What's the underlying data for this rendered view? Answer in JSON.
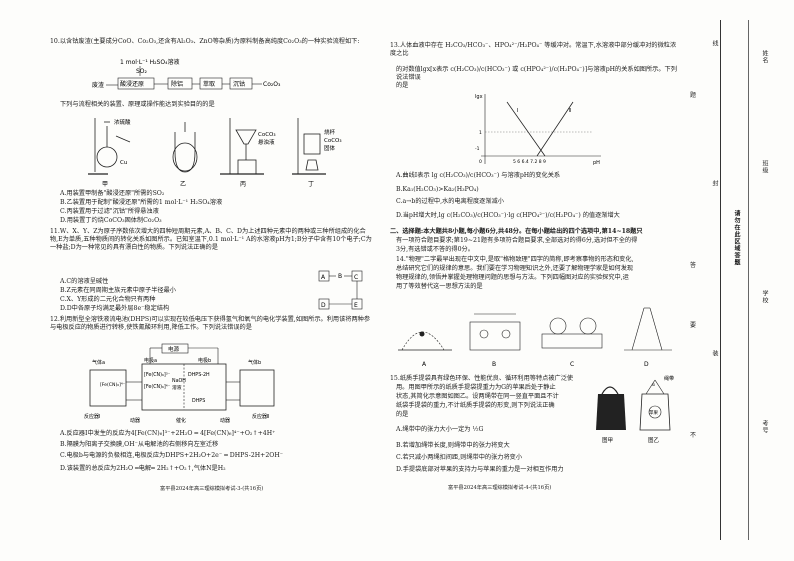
{
  "left": {
    "q10_stem": "10.以含钴废渣(主要成分CoO、Co₂O₃,还含有Al₂O₃、ZnO等杂质)为原料制备高纯度Co₂O₃的一种实验流程如下:",
    "flow": {
      "reagent": "1 mol·L⁻¹ H₂SO₄溶液",
      "so2": "SO₂",
      "start": "废渣",
      "step1": "酸浸还原",
      "step2": "除铝",
      "step3": "萃取",
      "step4": "沉钴",
      "product": "Co₂O₃"
    },
    "q10_question": "下列与流程相关的装置、原理或操作能达到实验目的的是",
    "apparatus_labels": {
      "a": "甲",
      "b": "乙",
      "c": "丙",
      "d": "丁",
      "acid": "浓硫酸",
      "cu": "Cu",
      "coco3": "CoCO₃",
      "suspension": "悬浊液",
      "beaker": "烧杯",
      "solid": "CoCO₃",
      "solid2": "固体"
    },
    "q10_options": [
      "A.用装置甲制备\"酸浸还原\"所需的SO₂",
      "B.乙装置用于配制\"酸浸还原\"所需的1 mol·L⁻¹ H₂SO₄溶液",
      "C.丙装置用于过滤\"沉钴\"所得悬浊液",
      "D.用装置丁灼烧CoCO₃固体制Co₂O₃"
    ],
    "q11_stem": "11.W、X、Y、Z为原子序数依次增大的四种短周期元素,A、B、C、D为上述四种元素中的两种或三种所组成的化合物,E为单质,五种物质间的转化关系如图所示。已知室温下,0.1 mol·L⁻¹ A的水溶液pH为1;B分子中含有10个电子;C为一种盐;D为一种常见的具有漂白性的物质。下列说法正确的是",
    "q11_diagram": {
      "a": "A",
      "b": "B",
      "c": "C",
      "d": "D",
      "e": "E"
    },
    "q11_options": [
      "A.C的溶液呈碱性",
      "B.Z元素在同周期主族元素中原子半径最小",
      "C.X、Y形成的二元化合物只有两种",
      "D.D中各原子均满足最外层8e⁻稳定结构"
    ],
    "q12_stem": "12.利用新型全溶铁液流电池(DHPS)可以实现在较低电压下获得氢气和氧气的电化学装置,如图所示。利用该将两种参与电极反应的物质进行转移,使铁氰酸环利用,降低工作。下列说法错误的是",
    "q12_labels": {
      "power": "电源",
      "electrode_a": "电极a",
      "electrode_b": "电极b",
      "naoh": "NaOH",
      "solution": "溶液",
      "dhps": "DHPS",
      "dhps2h": "DHPS-2H",
      "gas_a": "气体a",
      "gas_b": "气体b",
      "reactor1": "反应器Ⅰ",
      "reactor2": "反应器Ⅱ",
      "fe1": "[Fe(CN)₆]³⁻",
      "fe2": "[Fe(CN)₆]⁴⁻",
      "fe3": "[Fe(CN)₆]⁴⁻",
      "catalyst": "催化",
      "pump": "动器",
      "pump2": "动器"
    },
    "q12_options": [
      "A.反应器Ⅰ中发生的反应为4[Fe(CN)₆]³⁻+2H₂O ═ 4[Fe(CN)₆]⁴⁻+O₂↑+4H⁺",
      "B.隔膜为阳离子交换膜,OH⁻从电解池的右侧移向左室迁移",
      "C.电极b与电源的负极相连,电极反应为DHPS+2H₂O+2e⁻ ═ DHPS-2H+2OH⁻",
      "D.该装置的总反应为2H₂O ═电解═ 2H₂↑+O₂↑,气体N是H₂"
    ],
    "footer": "富平县2024年高三理综模拟考试-3-(共16页)"
  },
  "right": {
    "q13_stem_1": "13.人体血液中存在 H₂CO₃/HCO₃⁻、HPO₄²⁻/H₂PO₄⁻ 等缓冲对。常温下,水溶液中部分缓冲对的微粒浓度之比",
    "q13_stem_2": "的对数值lgx[x表示 c(H₂CO₃)/c(HCO₃⁻) 或 c(HPO₄²⁻)/c(H₂PO₄⁻)]与溶液pH的关系如图所示。下列说法错误",
    "q13_stem_3": "的是",
    "graph": {
      "ylabel": "lgx",
      "xlabel": "pH",
      "line1": "Ⅰ",
      "line2": "Ⅱ",
      "ticks": "5 6 6.4 7.2 8 9",
      "origin": "0",
      "y1": "1",
      "y_1": "-1"
    },
    "q13_options": [
      "A.曲线Ⅰ表示 lg c(H₂CO₃)/c(HCO₃⁻) 与溶液pH的变化关系",
      "B.Ka₁(H₂CO₃)>Ka₂(H₃PO₄)",
      "C.a→b的过程中,水的电离程度逐渐减小",
      "D.当pH增大时,lg c(H₂CO₃)/c(HCO₃⁻)·lg c(HPO₄²⁻)/c(H₂PO₄⁻) 的值逐渐增大"
    ],
    "section2_1": "二、选择题:本大题共8小题,每小题6分,共48分。在每小题给出的四个选项中,第14~18题只",
    "section2_2": "有一项符合题目要求;第19~21题有多项符合题目要求,全部选对的得6分,选对但不全的得",
    "section2_3": "3分,有选错或不答的得0分。",
    "q14_stem_1": "14.\"物理\"二字最早出现在中文中,是取\"格物致理\"四字的简称,即考察事物的形态和变化,",
    "q14_stem_2": "总结研究它们的规律的意思。我们要在学习物理知识之外,还要了解物理学家是如何发现",
    "q14_stem_3": "物理规律的,领悟并掌握处理物理问题的思想与方法。下列四幅图对应的实验探究中,运",
    "q14_stem_4": "用了等效替代这一思想方法的是",
    "q14_labels": [
      "A",
      "B",
      "C",
      "D"
    ],
    "q15_stem_1": "15.纸质手提袋具有绿色环保、性能优良、循环利用等特点被广泛使",
    "q15_stem_2": "用。用图甲所示的纸质手提袋提重力为G的苹果后处于静止",
    "q15_stem_3": "状态,其简化示意图如图乙。设两绳带在同一竖直平面且不计",
    "q15_stem_4": "纸袋手提袋的重力,不计纸质手提袋的形变,则下列说法正确",
    "q15_stem_5": "的是",
    "q15_fig": {
      "fig_a": "图甲",
      "fig_b": "图乙",
      "rope": "绳带",
      "apple": "苹果",
      "angle": "α"
    },
    "q15_options": [
      "A.绳带中的张力大小一定为 ½G",
      "B.若增加绳带长度,则绳带中的张力将变大",
      "C.若只减小两绳扣间距,则绳带中的张力将变小",
      "D.手提袋底部对苹果的支持力与苹果的重力是一对相互作用力"
    ],
    "footer": "富平县2024年高三理综模拟考试-4-(共16页)"
  },
  "margin": {
    "line_label": "线",
    "notice": "请勿在此区域答题",
    "seal_label": "封",
    "bind_label": "装",
    "name_label": "姓名",
    "class_label": "班级",
    "school_label": "学校",
    "num_label": "考号",
    "mark_a": "题",
    "mark_b": "答",
    "mark_c": "要",
    "mark_d": "不"
  }
}
